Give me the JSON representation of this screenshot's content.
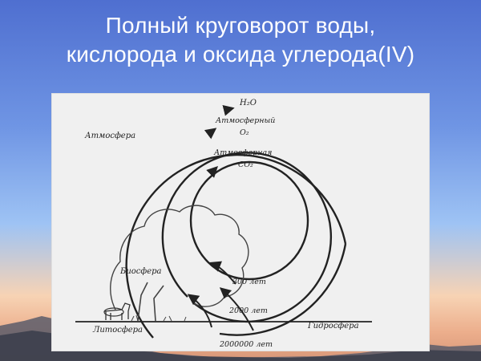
{
  "slide": {
    "title_line1": "Полный круговорот воды,",
    "title_line2": "кислорода и оксида углерода(IV)"
  },
  "diagram": {
    "atmosphere": "Атмосфера",
    "biosphere": "Биосфера",
    "lithosphere": "Литосфера",
    "hydrosphere": "Гидросфера",
    "water_label": "H₂O",
    "oxygen_line1": "Атмосферный",
    "oxygen_line2": "O₂",
    "co2_line1": "Атмосферная",
    "co2_line2": "CO₂",
    "cycle_co2": "300 лет",
    "cycle_o2": "2000 лет",
    "cycle_h2o": "2000000 лет"
  },
  "colors": {
    "sky_top": "#4f6fd0",
    "diagram_background": "#f0f0f0",
    "title_text": "#ffffff"
  }
}
